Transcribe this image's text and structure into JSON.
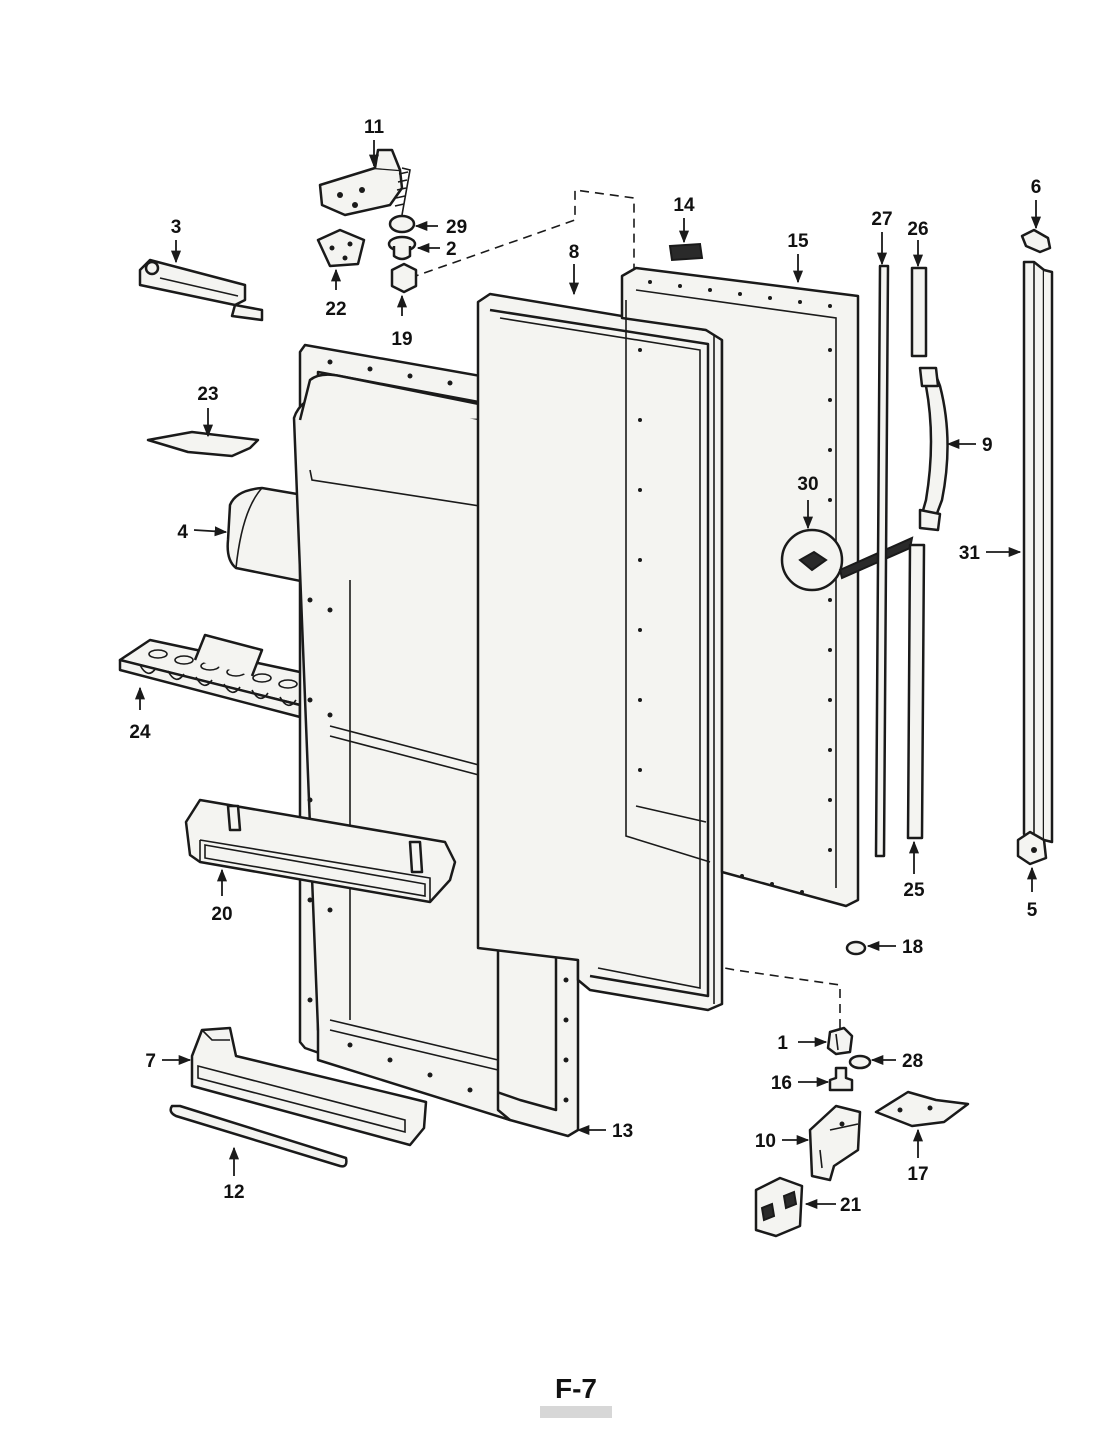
{
  "page_label": "F-7",
  "callouts": [
    "1",
    "2",
    "3",
    "4",
    "5",
    "6",
    "7",
    "8",
    "9",
    "10",
    "11",
    "12",
    "13",
    "14",
    "15",
    "16",
    "17",
    "18",
    "19",
    "20",
    "21",
    "22",
    "23",
    "24",
    "25",
    "26",
    "27",
    "28",
    "29",
    "30",
    "31"
  ]
}
